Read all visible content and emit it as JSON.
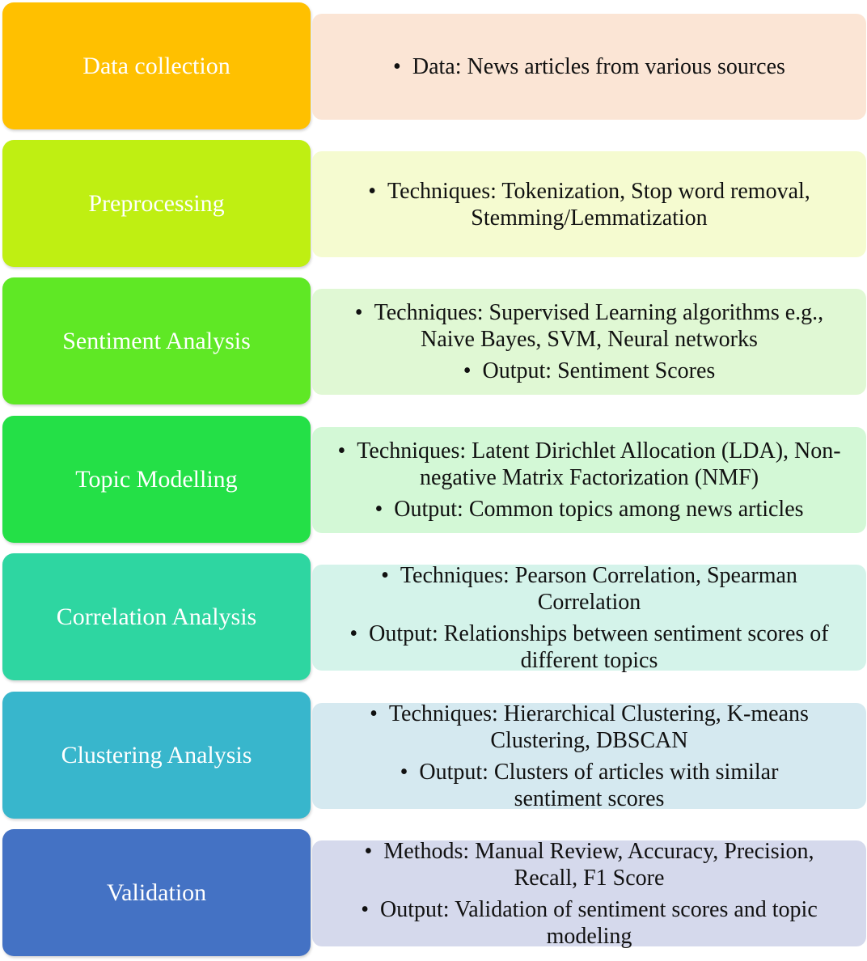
{
  "steps": [
    {
      "label": "Data collection",
      "color": "#ffc000",
      "detail_color": "#fbe5d5",
      "bullets": [
        "Data: News articles from various sources"
      ]
    },
    {
      "label": "Preprocessing",
      "color": "#bfef12",
      "detail_color": "#f5fbd0",
      "bullets": [
        "Techniques: Tokenization, Stop word removal, Stemming/Lemmatization"
      ]
    },
    {
      "label": "Sentiment Analysis",
      "color": "#5fe825",
      "detail_color": "#e0f8d4",
      "bullets": [
        "Techniques: Supervised Learning algorithms e.g., Naive Bayes, SVM, Neural networks",
        "Output: Sentiment Scores"
      ]
    },
    {
      "label": "Topic Modelling",
      "color": "#24e047",
      "detail_color": "#d3f8d6",
      "bullets": [
        "Techniques: Latent Dirichlet Allocation (LDA), Non-negative Matrix Factorization (NMF)",
        "Output: Common topics among news articles"
      ]
    },
    {
      "label": "Correlation Analysis",
      "color": "#2ed6a1",
      "detail_color": "#d4f3ea",
      "bullets": [
        "Techniques: Pearson Correlation, Spearman Correlation",
        "Output: Relationships between sentiment scores of different topics"
      ]
    },
    {
      "label": "Clustering Analysis",
      "color": "#38b6cc",
      "detail_color": "#d5e9f0",
      "bullets": [
        "Techniques: Hierarchical Clustering, K-means Clustering, DBSCAN",
        "Output: Clusters of articles with similar sentiment scores"
      ]
    },
    {
      "label": "Validation",
      "color": "#4472c4",
      "detail_color": "#d5d9ec",
      "bullets": [
        "Methods: Manual Review, Accuracy, Precision, Recall, F1 Score",
        "Output: Validation of sentiment scores and topic modeling"
      ]
    }
  ]
}
